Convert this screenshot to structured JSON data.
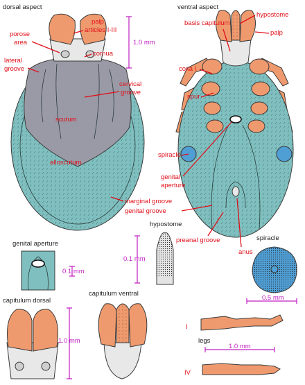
{
  "colors": {
    "scutum": "#9a9aa6",
    "alloscutum": "#7fbfbf",
    "appendage": "#ef9a6e",
    "label": "#e0101a",
    "scale": "#c21fc2",
    "spiracle_plate": "#4f9ed4"
  },
  "titles": {
    "dorsal": "dorsal aspect",
    "ventral": "ventral aspect",
    "hypostome": "hypostome",
    "spiracle": "spiracle",
    "genital_aperture": "genital aperture",
    "capitulum_dorsal": "capitulum dorsal",
    "capitulum_ventral": "capitulum ventral",
    "legs": "legs"
  },
  "dorsal_labels": {
    "palp_articles_1": "palp",
    "palp_articles_2": "articles I-III",
    "porose_area_1": "porose",
    "porose_area_2": "area",
    "cornua": "cornua",
    "lateral_groove_1": "lateral",
    "lateral_groove_2": "groove",
    "cervical_groove_1": "cervical",
    "cervical_groove_2": "groove",
    "scutum": "scutum",
    "alloscutum": "alloscutum",
    "marginal_groove": "marginal groove"
  },
  "ventral_labels": {
    "hypostome": "hypostome",
    "basis_capitulum": "basis capitulum",
    "palp": "palp",
    "coxa": "coxa I",
    "spur": "spur",
    "spiracle": "spiracle",
    "genital_aperture_1": "genital",
    "genital_aperture_2": "aperture",
    "genital_groove": "genital groove",
    "preanal_groove": "preanal groove",
    "anus": "anus"
  },
  "scales": {
    "dorsal": "1.0 mm",
    "hypostome": "0.1 mm",
    "genital": "0.1 mm",
    "spiracle": "0.5 mm",
    "capitulum": "1.0 mm",
    "legs": "1.0 mm"
  },
  "leg_labels": {
    "first": "I",
    "fourth": "IV"
  }
}
